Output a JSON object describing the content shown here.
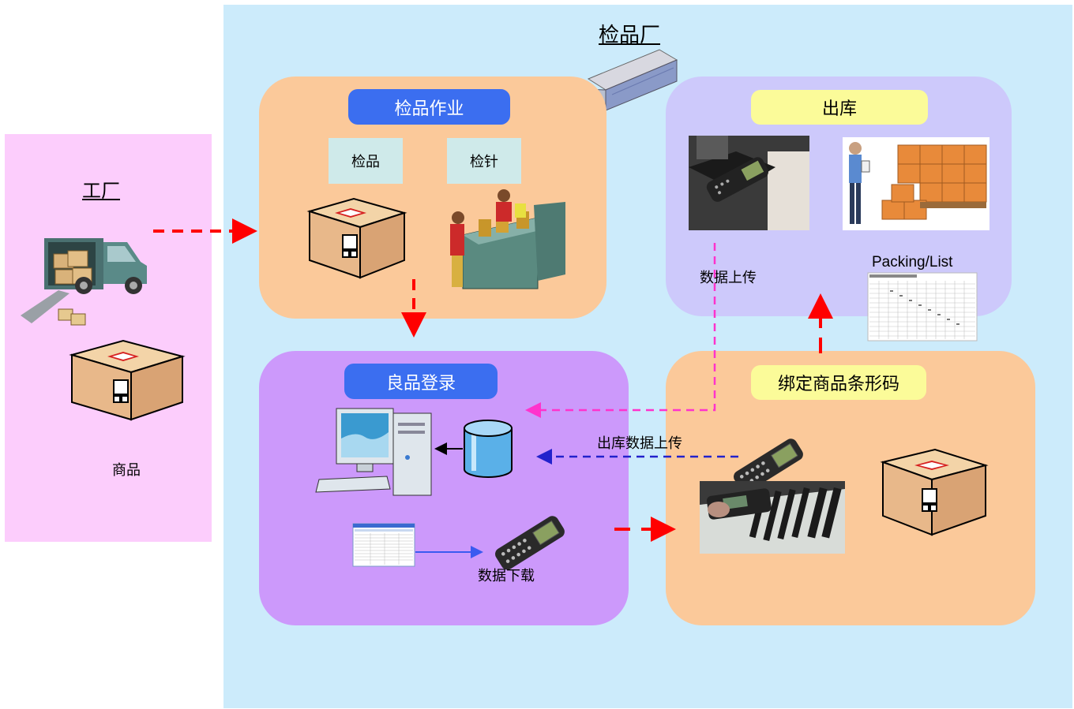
{
  "factory": {
    "title": "工厂",
    "goods_label": "商品"
  },
  "plant": {
    "title": "检品厂"
  },
  "inspection": {
    "title": "检品作业",
    "tag1": "检品",
    "tag2": "检针"
  },
  "outbound": {
    "title": "出库",
    "upload_label": "数据上传",
    "packing_label": "Packing/List"
  },
  "registration": {
    "title": "良品登录",
    "download_label": "数据下载"
  },
  "binding": {
    "title": "绑定商品条形码",
    "upload_label": "出库数据上传"
  },
  "colors": {
    "factory_bg": "#fccdfc",
    "plant_bg": "#ccebfb",
    "peach": "#fbc99a",
    "lavender": "#cdc9fb",
    "purple": "#cc99fb",
    "blue_pill": "#3b6ef0",
    "yellow_pill": "#fbfb99",
    "arrow_red": "#ff0000",
    "arrow_magenta": "#ff33cc",
    "arrow_blue": "#2222cc"
  }
}
